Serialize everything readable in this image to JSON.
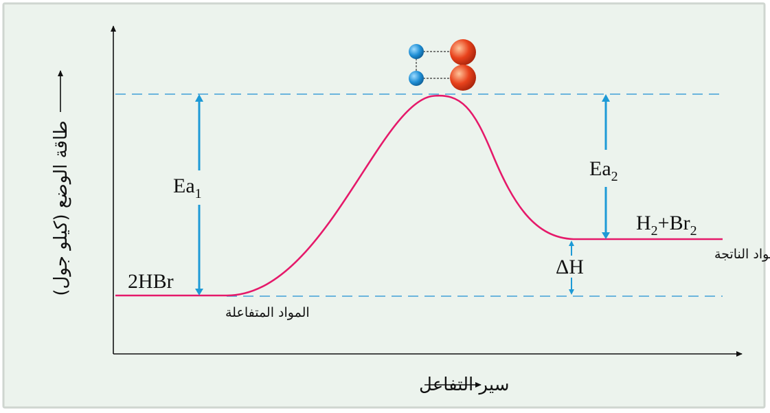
{
  "diagram": {
    "axis_x_label": "سير التفاعل",
    "axis_y_label": "طاقة الوضع (كيلو جول)",
    "reactants": {
      "formula": "2HBr",
      "caption": "المواد المتفاعلة"
    },
    "products": {
      "formula": {
        "h": "H",
        "h_sub": "2",
        "plus": "+",
        "br": "Br",
        "br_sub": "2"
      },
      "caption": "المواد الناتجة"
    },
    "forward_activation_energy": {
      "base": "Ea",
      "sub": "1"
    },
    "reverse_activation_energy": {
      "base": "Ea",
      "sub": "2"
    },
    "enthalpy_change": "ΔH"
  },
  "chart_data": {
    "type": "line",
    "energy_levels": {
      "reactants": "2HBr",
      "products": "H2 + Br2",
      "reactants_relative": 0.0,
      "transition_state_relative": 1.0,
      "products_relative": 0.28
    },
    "annotations": [
      "Ea1",
      "Ea2",
      "ΔH"
    ]
  },
  "colors": {
    "background": "#ecf3ed",
    "frame": "#cfd6d0",
    "curve": "#e5196a",
    "arrows": "#1d9ad6",
    "dashes": "#3f9fd8",
    "axes": "#111111",
    "atom_small": "#1e8ed5",
    "atom_large": "#e8421c"
  }
}
